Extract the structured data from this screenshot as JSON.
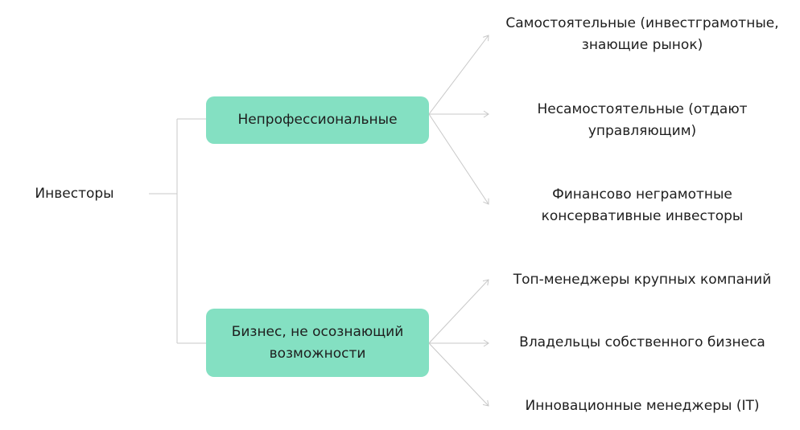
{
  "root": "Инвесторы",
  "groups": [
    {
      "label": "Непрофессиональные",
      "children": [
        "Самостоятельные (инвестграмотные, знающие рынок)",
        "Несамостоятельные (отдают управляющим)",
        "Финансово неграмотные консервативные инвесторы"
      ]
    },
    {
      "label": "Бизнес, не осознающий возможности",
      "children": [
        "Топ-менеджеры крупных компаний",
        "Владельцы собственного бизнеса",
        "Инновационные менеджеры (IT)"
      ]
    }
  ],
  "colors": {
    "box": "#84e0c2",
    "line": "#c8c8c8"
  }
}
